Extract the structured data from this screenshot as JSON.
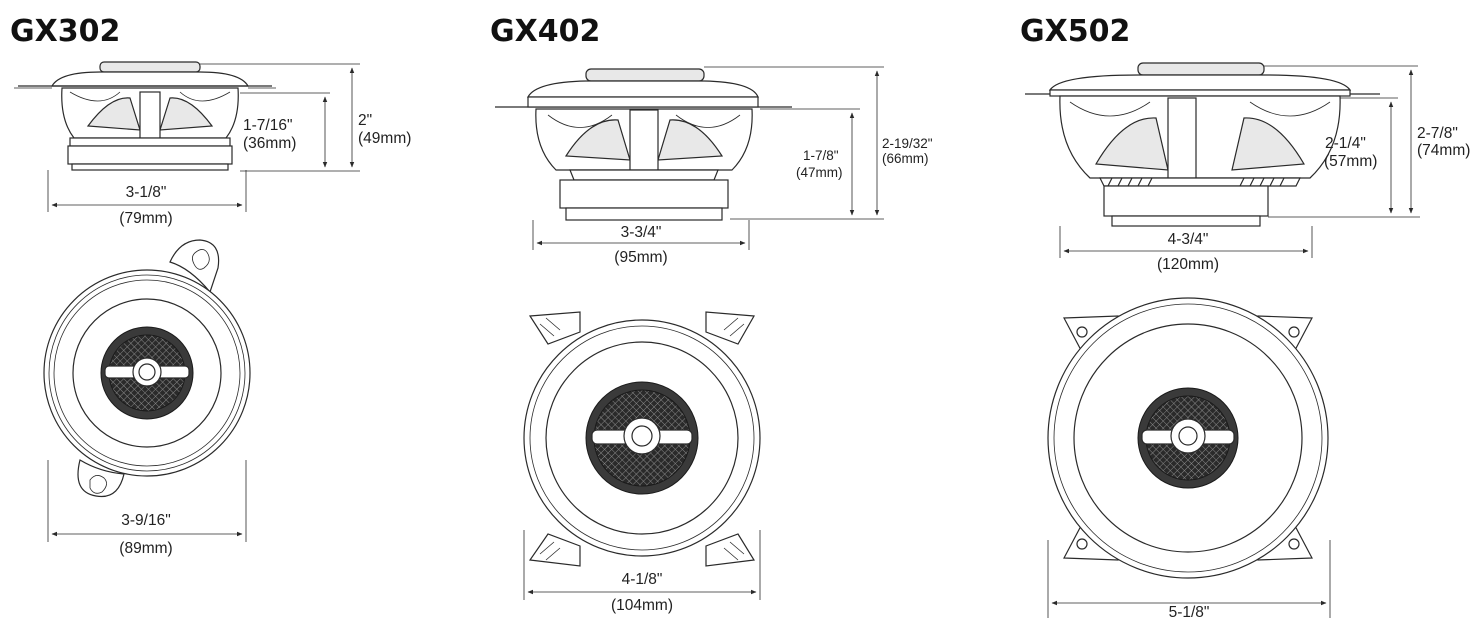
{
  "models": [
    {
      "title": "GX302",
      "side": {
        "cone_depth": "1-7/16\"",
        "cone_depth_mm": "(36mm)",
        "total_depth": "2\"",
        "total_depth_mm": "(49mm)",
        "width": "3-1/8\"",
        "width_mm": "(79mm)"
      },
      "front": {
        "width": "3-9/16\"",
        "width_mm": "(89mm)"
      }
    },
    {
      "title": "GX402",
      "side": {
        "cone_depth": "1-7/8\"",
        "cone_depth_mm": "(47mm)",
        "total_depth": "2-19/32\"",
        "total_depth_mm": "(66mm)",
        "width": "3-3/4\"",
        "width_mm": "(95mm)"
      },
      "front": {
        "width": "4-1/8\"",
        "width_mm": "(104mm)"
      }
    },
    {
      "title": "GX502",
      "side": {
        "cone_depth": "2-1/4\"",
        "cone_depth_mm": "(57mm)",
        "total_depth": "2-7/8\"",
        "total_depth_mm": "(74mm)",
        "width": "4-3/4\"",
        "width_mm": "(120mm)"
      },
      "front": {
        "width": "5-1/8\""
      }
    }
  ]
}
